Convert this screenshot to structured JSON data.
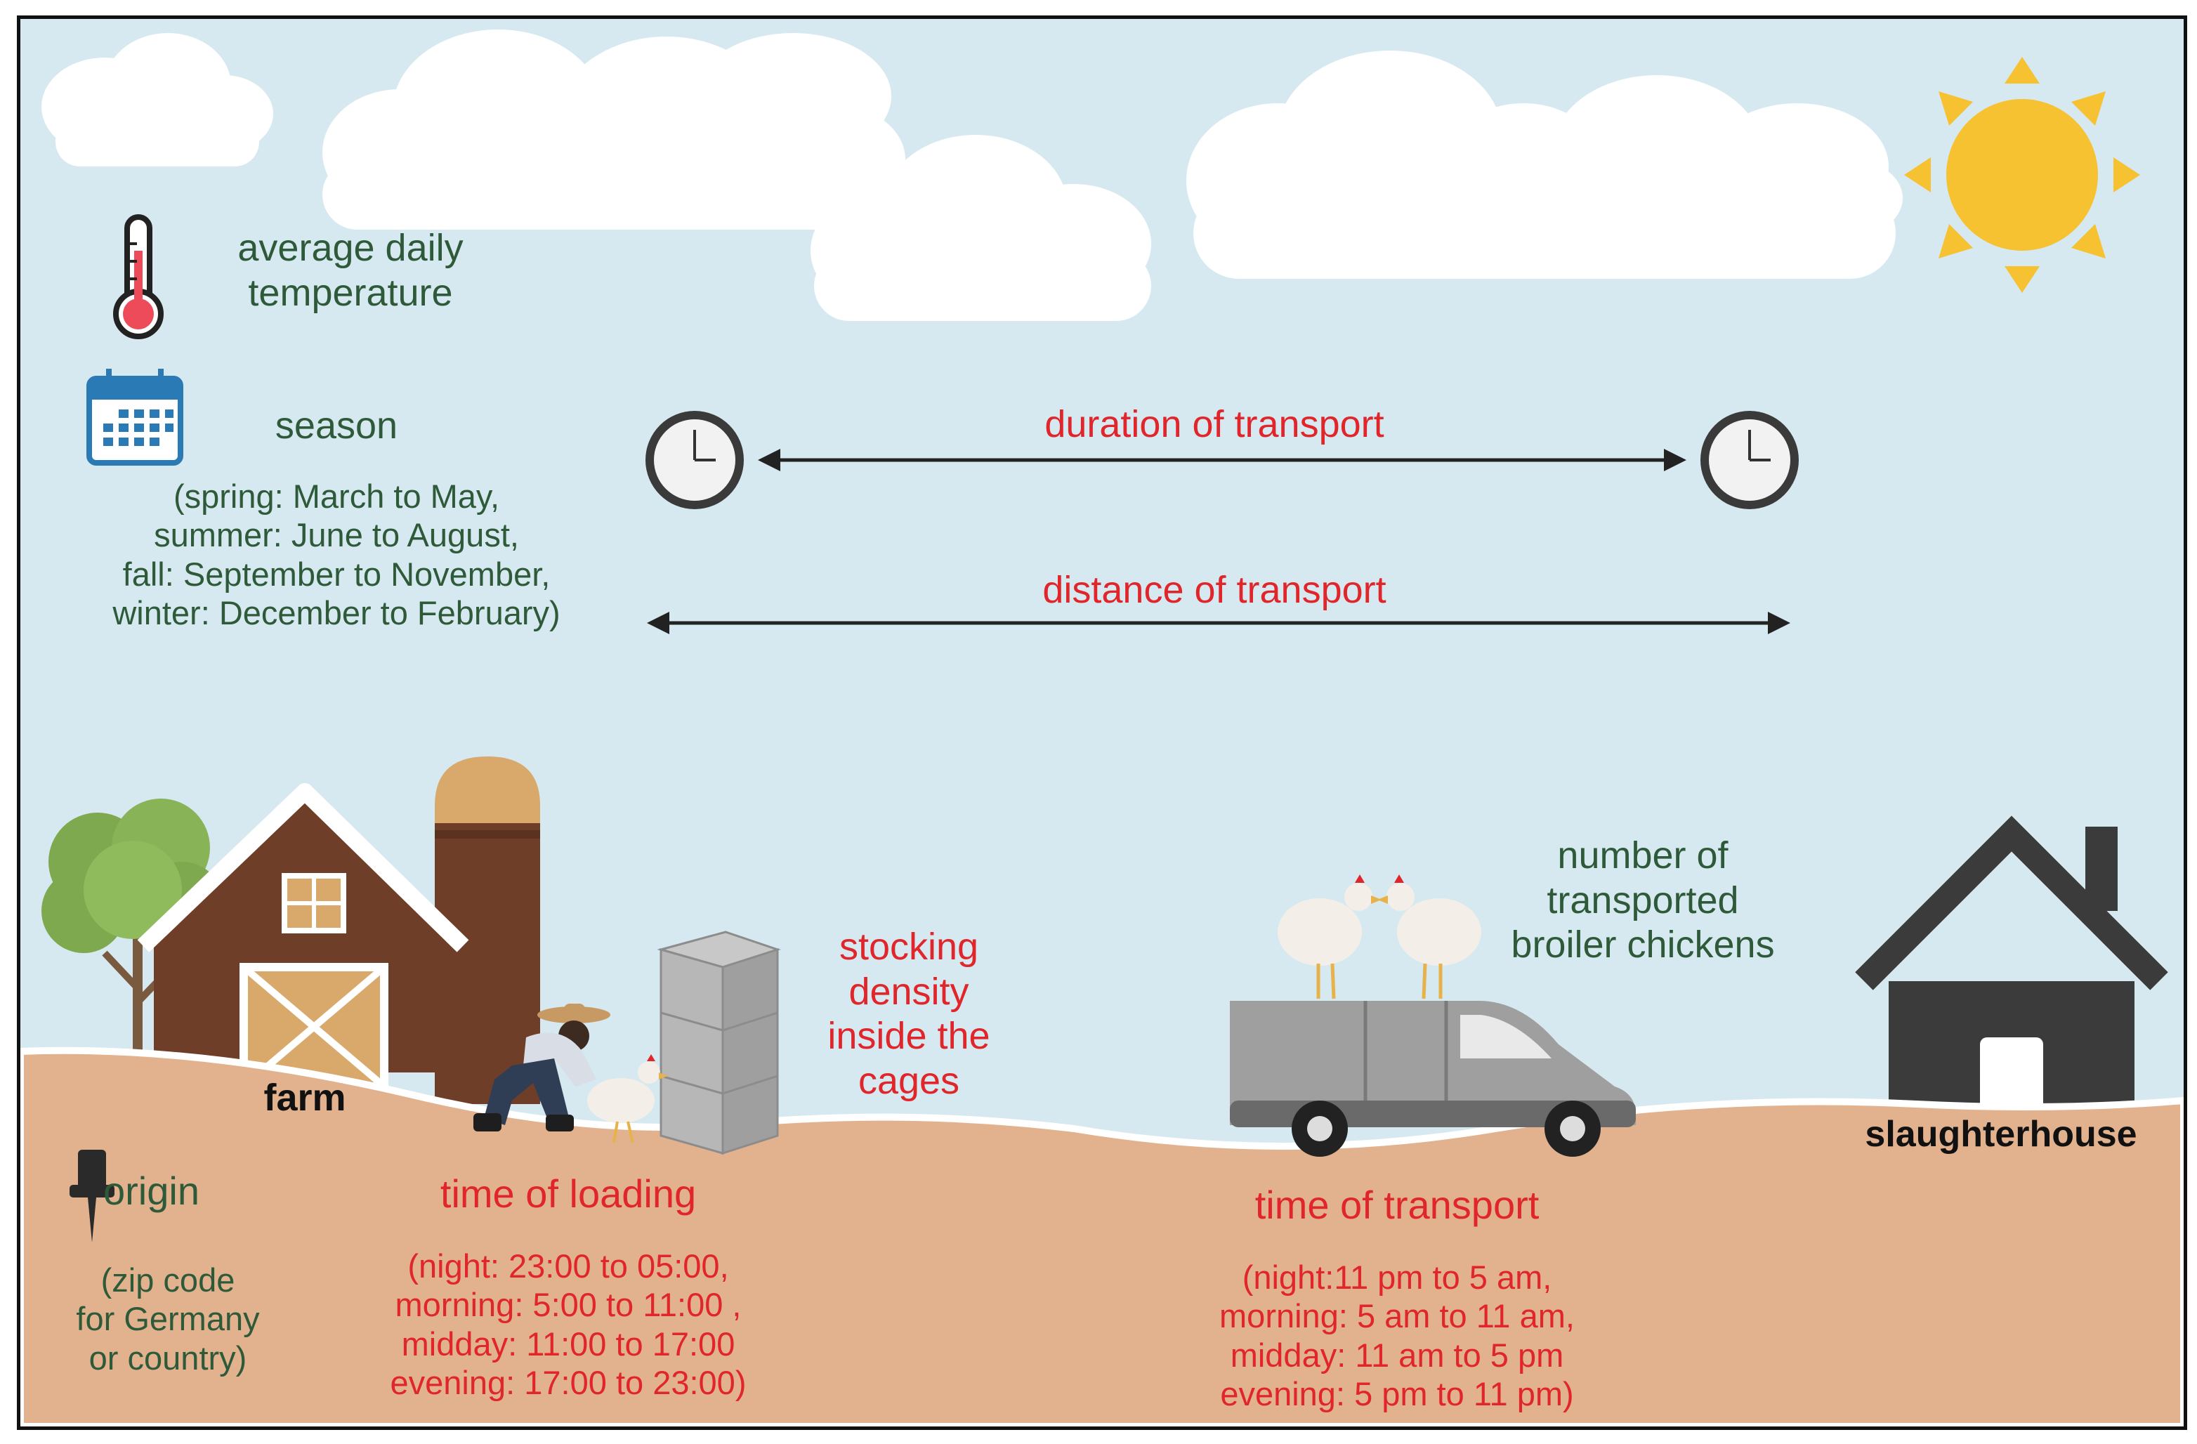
{
  "labels": {
    "temperature": [
      "average daily",
      "temperature"
    ],
    "season": "season",
    "season_details": [
      "(spring: March to May,",
      "summer: June to August,",
      "fall: September to November,",
      "winter: December to February)"
    ],
    "duration": "duration of transport",
    "distance": "distance of transport",
    "stocking_density": [
      "stocking",
      "density",
      "inside the",
      "cages"
    ],
    "number_chickens": [
      "number of",
      "transported",
      "broiler chickens"
    ],
    "farm": "farm",
    "slaughterhouse": "slaughterhouse",
    "origin": "origin",
    "origin_details": [
      "(zip code",
      "for Germany",
      "or country)"
    ],
    "time_loading": "time of loading",
    "time_loading_details": [
      "(night: 23:00 to 05:00,",
      "morning: 5:00  to 11:00 ,",
      "midday: 11:00  to 17:00",
      "evening: 17:00 to 23:00)"
    ],
    "time_transport": "time of transport",
    "time_transport_details": [
      "(night:11 pm to 5 am,",
      "morning: 5 am to 11 am,",
      "midday: 11 am to 5 pm",
      "evening: 5 pm to 11 pm)"
    ]
  },
  "icons": [
    "thermometer-icon",
    "calendar-icon",
    "clock-icon",
    "pin-icon",
    "sun-icon"
  ],
  "colors": {
    "sky": "#d6e9f0",
    "ground": "#e2b28e",
    "label_text": "#2f5a3a",
    "highlight_text": "#e0262b",
    "barn": "#6e3e28",
    "house": "#3b3b3b",
    "sun": "#f6c232"
  }
}
